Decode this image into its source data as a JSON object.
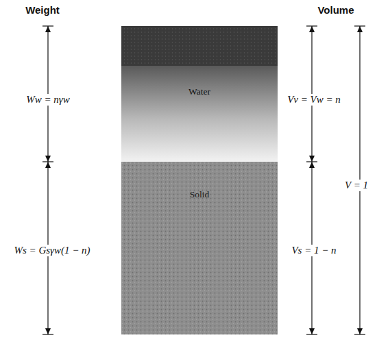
{
  "diagram": {
    "nodes": [
      {
        "text": [
          "Water"
        ]
      },
      {
        "text": [
          "Solid"
        ]
      }
    ],
    "labels": [
      "Weight",
      "Volume",
      "Ww = nγw",
      "Ws = Gsγw(1 − n)",
      "Vv = Vw = n",
      "Vs = 1 − n",
      "V = 1"
    ]
  }
}
